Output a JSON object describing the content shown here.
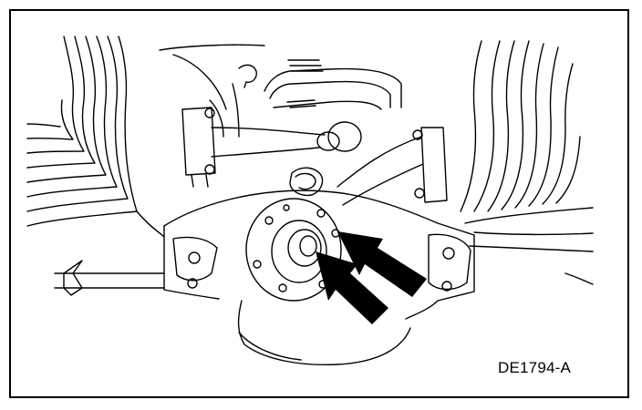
{
  "figure": {
    "code": "DE1794-A",
    "line_color": "#000000",
    "background_color": "#ffffff"
  },
  "callouts": [
    {
      "icon": "arrow-icon",
      "points_to": "pinion-flange-nut"
    },
    {
      "icon": "arrow-icon",
      "points_to": "pinion-flange-seal"
    }
  ]
}
